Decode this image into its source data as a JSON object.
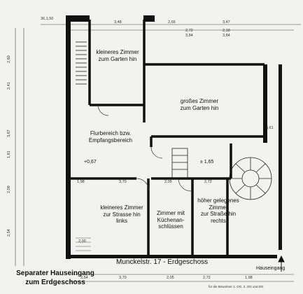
{
  "rooms": {
    "small_garden": "kleineres Zimmer\nzum Garten hin",
    "large_garden": "großes Zimmer\nzum Garten hin",
    "hallway": "Flurbereich bzw.\nEmpfangsbereich",
    "small_street": "kleineres Zimmer\nzur Strasse hin\nlinks",
    "kitchen_keys": "Zimmer mit\nKüchenan-\nschlüssen",
    "raised_street": "höher gelegenes\nZimmer\nzur Straße hin\nrechts"
  },
  "levels": {
    "hall": "+0,67",
    "raised": "± 1,65"
  },
  "dims_top": [
    "3,48",
    "2,66",
    "3,47",
    "2,72",
    "3,84",
    "2,18",
    "3,84"
  ],
  "dims_left": [
    "2,60",
    "2,41",
    "3,67",
    "1,61",
    "2,09",
    "2,54"
  ],
  "dims_inner": [
    "1,98",
    "3,70",
    "2,05",
    "2,72",
    "2,00",
    "3,61"
  ],
  "dims_bottom": [
    "2,54",
    "3,70",
    "2,05",
    "2,72",
    "1,98"
  ],
  "corner_label": "36,1,50",
  "address": "Munckelstr. 17 - Erdgeschoss",
  "entrance": "Hauseingang",
  "entrance_note": "für die Bewohner 1. OG, 2. OG und DG",
  "separate_entrance": "Separater Hauseingang\nzum Erdgeschoss"
}
